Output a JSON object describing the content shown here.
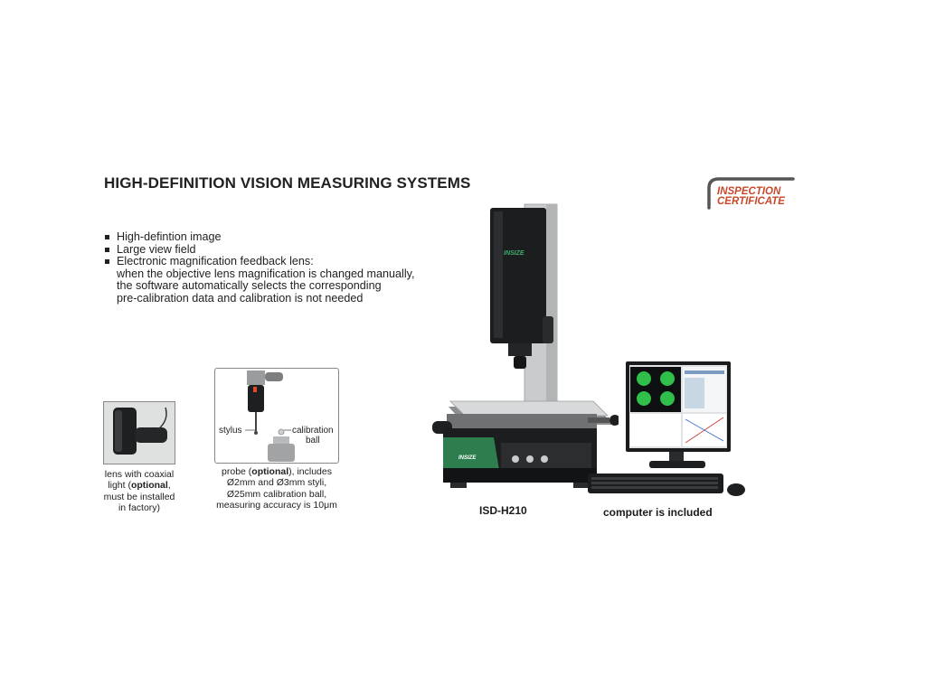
{
  "header": {
    "title": "HIGH-DEFINITION VISION MEASURING SYSTEMS",
    "badge_line1": "INSPECTION",
    "badge_line2": "CERTIFICATE"
  },
  "features": {
    "items": [
      "High-defintion image",
      "Large view field",
      "Electronic magnification feedback lens:"
    ],
    "details": [
      "when the objective lens magnification is changed manually,",
      "the software automatically selects the corresponding",
      "pre-calibration data and calibration is not needed"
    ]
  },
  "accessories": {
    "lens_caption_1": "lens with coaxial",
    "lens_caption_2_pre": "light (",
    "lens_caption_2_bold": "optional",
    "lens_caption_2_post": ",",
    "lens_caption_3": "must be installed",
    "lens_caption_4": "in factory)",
    "probe_label_stylus": "stylus",
    "probe_label_ball_1": "calibration",
    "probe_label_ball_2": "ball",
    "probe_caption_1_pre": "probe (",
    "probe_caption_1_bold": "optional",
    "probe_caption_1_post": "), includes",
    "probe_caption_2": "Ø2mm and Ø3mm styli,",
    "probe_caption_3": "Ø25mm calibration ball,",
    "probe_caption_4": "measuring accuracy is 10μm"
  },
  "products": {
    "machine_model": "ISD-H210",
    "machine_brand": "INSIZE",
    "computer_caption": "computer is included"
  },
  "colors": {
    "badge_accent": "#c8492a",
    "machine_green": "#2e7d4f",
    "machine_dark": "#1b1d1f",
    "screen_green": "#2fbf4a"
  }
}
